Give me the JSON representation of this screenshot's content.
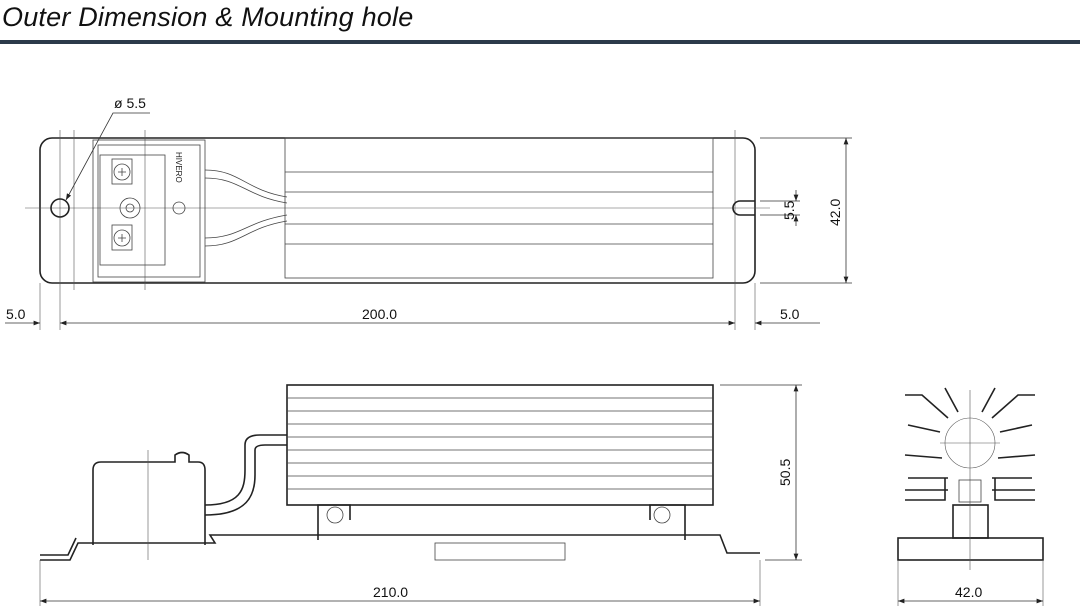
{
  "title": "Outer Dimension & Mounting hole",
  "top_view": {
    "hole_diameter": "ø 5.5",
    "brand": "HIVERO",
    "slot_width": "5.5",
    "height": "42.0",
    "left_margin": "5.0",
    "hole_pitch": "200.0",
    "right_margin": "5.0"
  },
  "side_view": {
    "height": "50.5",
    "total_length": "210.0"
  },
  "end_view": {
    "width": "42.0"
  }
}
